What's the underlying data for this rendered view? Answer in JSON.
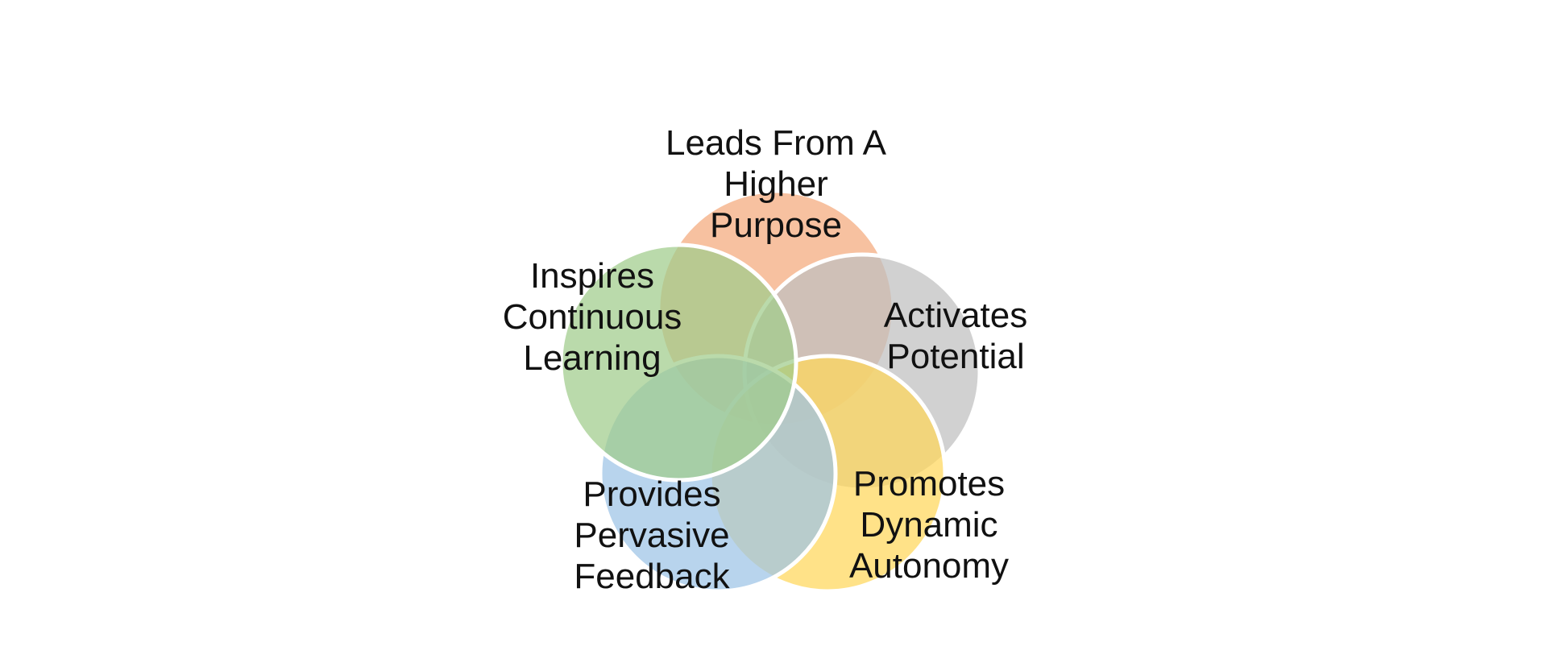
{
  "diagram": {
    "type": "five-set-venn",
    "circles": [
      {
        "id": "purpose",
        "label_lines": [
          "Leads From A",
          "Higher",
          "Purpose"
        ],
        "color": "#F4A97C"
      },
      {
        "id": "potential",
        "label_lines": [
          "Activates",
          "Potential"
        ],
        "color": "#BFBFBF"
      },
      {
        "id": "autonomy",
        "label_lines": [
          "Promotes",
          "Dynamic",
          "Autonomy"
        ],
        "color": "#FFD75A"
      },
      {
        "id": "feedback",
        "label_lines": [
          "Provides",
          "Pervasive",
          "Feedback"
        ],
        "color": "#9DC3E6"
      },
      {
        "id": "learning",
        "label_lines": [
          "Inspires",
          "Continuous",
          "Learning"
        ],
        "color": "#9FCC8A"
      }
    ]
  }
}
